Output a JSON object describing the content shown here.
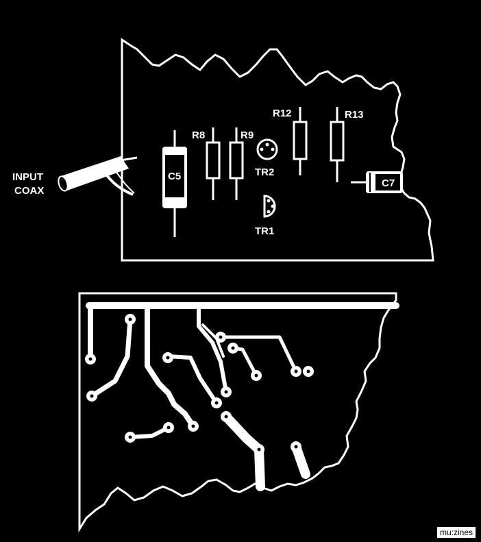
{
  "layout_diagram": {
    "labels": {
      "input": "INPUT",
      "coax": "COAX",
      "c5": "C5",
      "r8": "R8",
      "r9": "R9",
      "r12": "R12",
      "r13": "R13",
      "tr2": "TR2",
      "tr1": "TR1",
      "c7": "C7"
    }
  },
  "watermark": "mu:zines",
  "colors": {
    "background": "#000000",
    "ink": "#ffffff"
  }
}
